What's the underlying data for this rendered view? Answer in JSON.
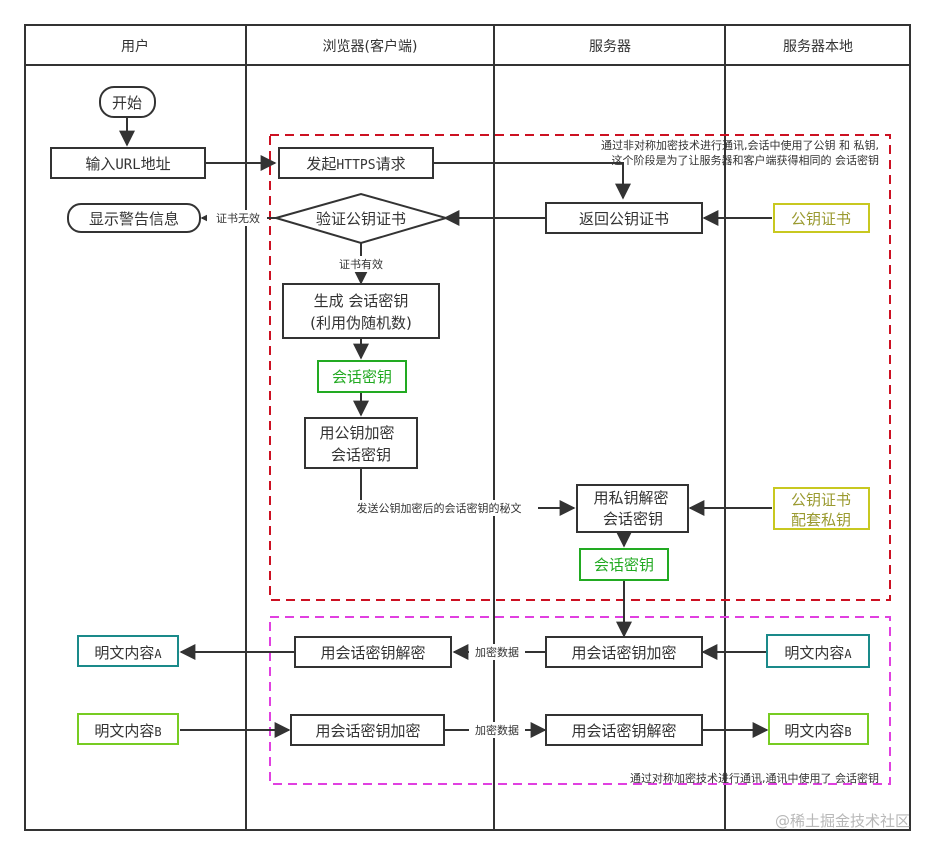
{
  "lanes": [
    {
      "key": "user",
      "label": "用户"
    },
    {
      "key": "browser",
      "label": "浏览器(客户端)"
    },
    {
      "key": "server",
      "label": "服务器"
    },
    {
      "key": "server_local",
      "label": "服务器本地"
    }
  ],
  "colors": {
    "line": "#333333",
    "asymmetric_border": "#cc1122",
    "symmetric_border": "#e040e0",
    "session_key": "#22aa22",
    "cert": "#c8c820",
    "cert_text": "#9a9a30",
    "plain_a": "#1a8a8a",
    "plain_b": "#77cc22"
  },
  "regions": {
    "asymmetric_note_line1": "通过非对称加密技术进行通讯,会话中使用了公钥 和 私钥,",
    "asymmetric_note_line2": "这个阶段是为了让服务器和客户端获得相同的 会话密钥",
    "symmetric_note": "通过对称加密技术进行通讯,通讯中使用了 会话密钥"
  },
  "nodes": {
    "start": "开始",
    "input_url_cn1": "输入",
    "input_url_en": "URL",
    "input_url_cn2": "地址",
    "https_cn1": "发起",
    "https_en": "HTTPS",
    "https_cn2": "请求",
    "return_cert": "返回公钥证书",
    "public_cert": "公钥证书",
    "verify_cert": "验证公钥证书",
    "warning": "显示警告信息",
    "gen_key_line1": "生成  会话密钥",
    "gen_key_line2": "(利用伪随机数)",
    "session_key_client": "会话密钥",
    "encrypt_key_line1": "用公钥加密",
    "encrypt_key_line2": "会话密钥",
    "decrypt_key_line1": "用私钥解密",
    "decrypt_key_line2": "会话密钥",
    "private_key_line1": "公钥证书",
    "private_key_line2": "配套私钥",
    "session_key_server": "会话密钥",
    "server_encrypt": "用会话密钥加密",
    "client_decrypt": "用会话密钥解密",
    "plain_a_server": "明文内容",
    "plain_a_client": "明文内容",
    "plain_a_suffix": "A",
    "plain_b_user": "明文内容",
    "plain_b_server": "明文内容",
    "plain_b_suffix": "B",
    "client_encrypt": "用会话密钥加密",
    "server_decrypt": "用会话密钥解密"
  },
  "edge_labels": {
    "cert_invalid": "证书无效",
    "cert_valid": "证书有效",
    "send_encrypted_key": "发送公钥加密后的会话密钥的秘文",
    "encrypted_data_a": "加密数据",
    "encrypted_data_b": "加密数据"
  },
  "watermark": "@稀土掘金技术社区"
}
